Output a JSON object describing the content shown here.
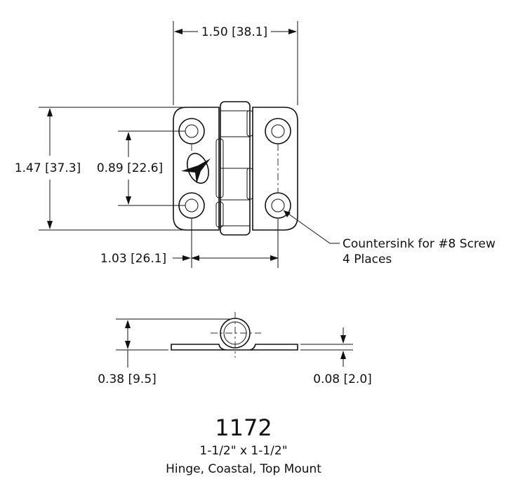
{
  "drawing": {
    "dimensions": {
      "width": "1.50 [38.1]",
      "height": "1.47 [37.3]",
      "hole_vertical_spacing": "0.89 [22.6]",
      "hole_horizontal_spacing": "1.03 [26.1]",
      "side_height": "0.38 [9.5]",
      "leaf_thickness": "0.08 [2.0]"
    },
    "callout": {
      "line1": "Countersink for #8 Screw",
      "line2": "4 Places"
    },
    "part_number": "1172",
    "size": "1-1/2\" x 1-1/2\"",
    "description": "Hinge, Coastal, Top Mount"
  },
  "colors": {
    "line": "#111111",
    "background": "#ffffff"
  }
}
